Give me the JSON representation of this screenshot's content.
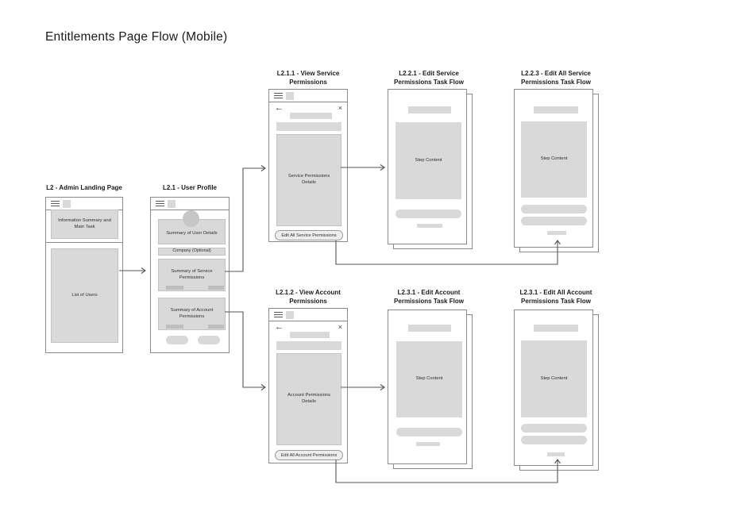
{
  "title": "Entitlements Page Flow (Mobile)",
  "icons": {
    "back": "←",
    "close": "×"
  },
  "screens": {
    "admin": {
      "label": "L2 - Admin Landing Page",
      "info": "Information Summary and Main Task",
      "list": "List of Users"
    },
    "profile": {
      "label": "L2.1 - User Profile",
      "details": "Summary of User Details",
      "company": "Company (Optional)",
      "service": "Summary of Service Permissions",
      "account": "Summary of Account Permissions"
    },
    "view_service": {
      "label": "L2.1.1 - View Service\nPermissions",
      "content": "Service Permissions\nDetails",
      "button": "Edit All Service Permissions"
    },
    "edit_service": {
      "label": "L2.2.1 - Edit Service\nPermissions Task Flow",
      "content": "Step Content"
    },
    "edit_all_service": {
      "label": "L2.2.3 - Edit All Service\nPermissions Task Flow",
      "content": "Step Content"
    },
    "view_account": {
      "label": "L2.1.2 - View Account\nPermissions",
      "content": "Account Permissions\nDetails",
      "button": "Edit All Account Permissions"
    },
    "edit_account": {
      "label": "L2.3.1 - Edit Account\nPermissions Task Flow",
      "content": "Step Content"
    },
    "edit_all_account": {
      "label": "L2.3.1 - Edit All Account\nPermissions Task Flow",
      "content": "Step Content"
    }
  },
  "colors": {
    "placeholder_fill": "#d9d9d9",
    "placeholder_dark": "#bdbdbd",
    "frame_border": "#8a8a8a",
    "connector": "#565656"
  }
}
